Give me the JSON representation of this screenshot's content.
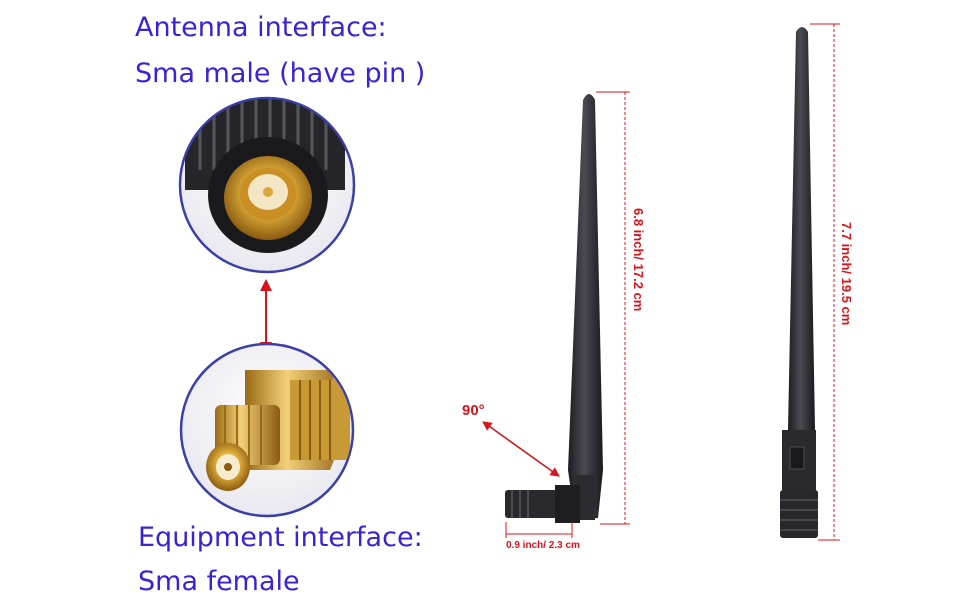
{
  "labels": {
    "antenna_interface": "Antenna interface:",
    "antenna_type": "Sma male (have pin )",
    "equipment_interface": "Equipment interface:",
    "equipment_type": "Sma female"
  },
  "dimensions": {
    "angle": "90°",
    "small_height": "6.8 inch/ 17.2 cm",
    "large_height": "7.7 inch/ 19.5 cm",
    "base_width": "0.9 inch/ 2.3 cm"
  },
  "colors": {
    "label_text": "#3b22d6",
    "dimension_text": "#d8141c",
    "antenna_body": "#2a2a2e",
    "gold": "#d6a22e"
  }
}
